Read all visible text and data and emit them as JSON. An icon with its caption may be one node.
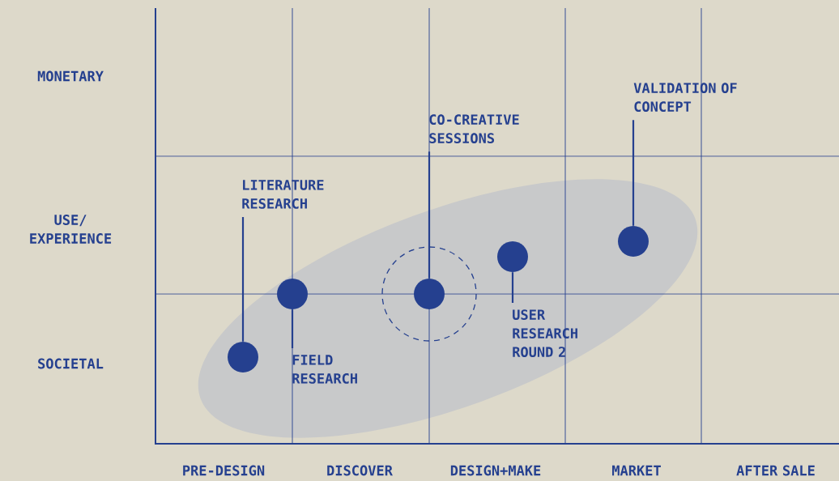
{
  "diagram": {
    "nodes": [
      {
        "text": [
          "VALIDATION OF CONCEPT"
        ]
      },
      {
        "text": [
          "CO-CREATIVE SESSIONS"
        ]
      },
      {
        "text": [
          "LITERATURE RESEARCH"
        ]
      },
      {
        "text": [],
        "shape": "circle"
      },
      {
        "text": [],
        "shape": "circle"
      },
      {
        "text": [],
        "shape": "circle"
      },
      {
        "text": [],
        "shape": "circle"
      },
      {
        "text": [],
        "shape": "circle"
      },
      {
        "text": [
          "USER RESEARCH ROUND 2"
        ]
      },
      {
        "text": [
          "FIELD RESEARCH"
        ]
      }
    ],
    "edges": [
      {
        "from": 2,
        "to": 3,
        "arrow": "none"
      },
      {
        "from": 9,
        "to": 4,
        "arrow": "none"
      },
      {
        "from": 1,
        "to": 5,
        "arrow": "none"
      },
      {
        "from": 8,
        "to": 6,
        "arrow": "none"
      },
      {
        "from": 0,
        "to": 7,
        "arrow": "none"
      }
    ],
    "labels": [
      "MONETARY",
      "USE/ EXPERIENCE",
      "SOCIETAL",
      "PRE-DESIGN",
      "DISCOVER",
      "DESIGN+MAKE",
      "MARKET",
      "AFTER SALE"
    ]
  }
}
